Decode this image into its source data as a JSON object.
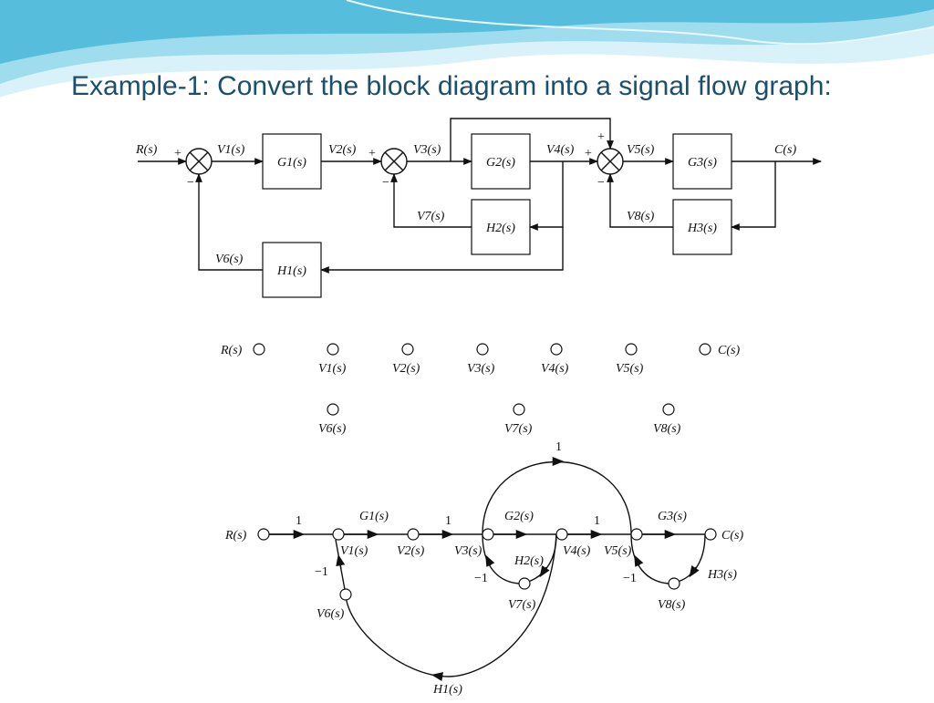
{
  "slide": {
    "title": "Example-1: Convert the block diagram into a signal flow graph:"
  },
  "block_diagram": {
    "input": "R(s)",
    "output": "C(s)",
    "blocks": {
      "G1": "G1(s)",
      "G2": "G2(s)",
      "G3": "G3(s)",
      "H1": "H1(s)",
      "H2": "H2(s)",
      "H3": "H3(s)"
    },
    "signals": {
      "V1": "V1(s)",
      "V2": "V2(s)",
      "V3": "V3(s)",
      "V4": "V4(s)",
      "V5": "V5(s)",
      "V6": "V6(s)",
      "V7": "V7(s)",
      "V8": "V8(s)"
    },
    "signs": {
      "plus": "+",
      "minus": "−"
    }
  },
  "signal_flow_graph": {
    "nodes": {
      "R": "R(s)",
      "C": "C(s)",
      "V1": "V1(s)",
      "V2": "V2(s)",
      "V3": "V3(s)",
      "V4": "V4(s)",
      "V5": "V5(s)",
      "V6": "V6(s)",
      "V7": "V7(s)",
      "V8": "V8(s)"
    },
    "branches": {
      "one": "1",
      "neg_one": "−1",
      "G1": "G1(s)",
      "G2": "G2(s)",
      "G3": "G3(s)",
      "H1": "H1(s)",
      "H2": "H2(s)",
      "H3": "H3(s)"
    }
  },
  "colors": {
    "title": "#1c4f6c",
    "wave_light": "#bfe6f2",
    "wave_mid": "#7fcfe6",
    "wave_dark": "#3ba8cf"
  }
}
